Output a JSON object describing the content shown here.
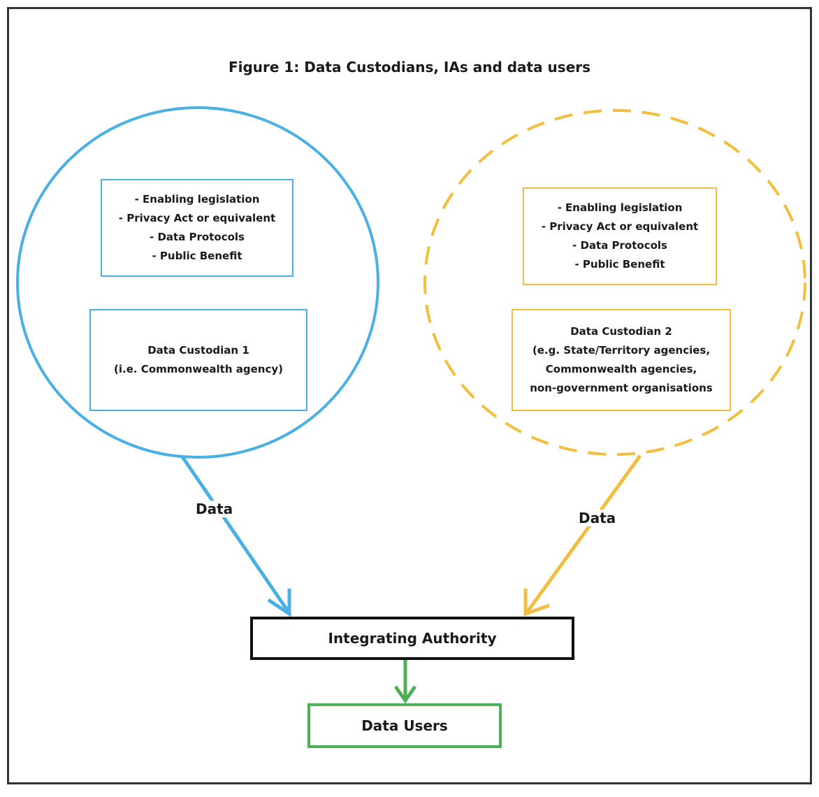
{
  "title": "Figure 1: Data Custodians, IAs and data users",
  "colors": {
    "custodian_1": "#4ab0e3",
    "custodian_2": "#f2be40",
    "integrating_authority": "#111111",
    "data_users": "#4eaf58"
  },
  "custodian_1": {
    "principles": [
      "- Enabling legislation",
      "- Privacy Act or equivalent",
      "- Data Protocols",
      "- Public Benefit"
    ],
    "name": [
      "Data Custodian 1",
      "(i.e. Commonwealth agency)"
    ],
    "flow_label": "Data"
  },
  "custodian_2": {
    "principles": [
      "- Enabling legislation",
      "- Privacy Act or equivalent",
      "- Data Protocols",
      "- Public Benefit"
    ],
    "name": [
      "Data Custodian 2",
      "(e.g. State/Territory agencies,",
      "Commonwealth agencies,",
      "non-government organisations"
    ],
    "flow_label": "Data"
  },
  "integrating_authority": "Integrating Authority",
  "data_users": "Data Users"
}
